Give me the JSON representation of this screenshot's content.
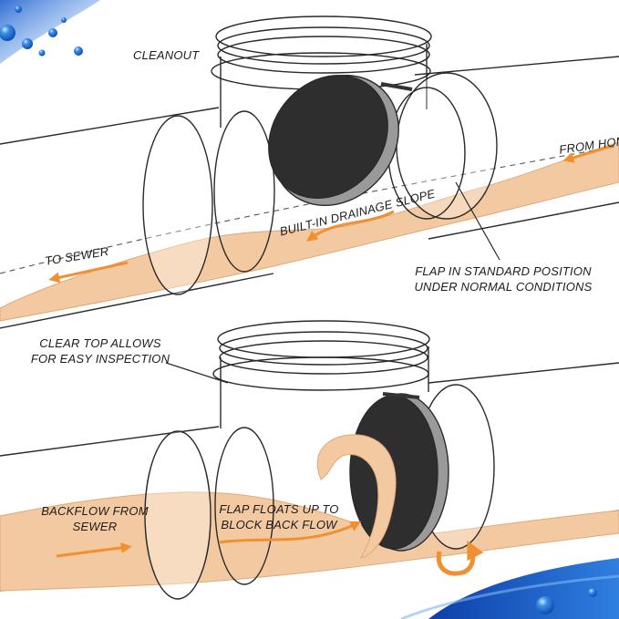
{
  "diagram": {
    "labels": {
      "cleanout": "CLEANOUT",
      "from_home": "FROM HOME",
      "built_in_slope": "BUILT-IN DRAINAGE SLOPE",
      "to_sewer": "TO SEWER",
      "flap_standard_1": "FLAP IN STANDARD POSITION",
      "flap_standard_2": "UNDER NORMAL CONDITIONS",
      "clear_top_1": "CLEAR TOP ALLOWS",
      "clear_top_2": "FOR EASY INSPECTION",
      "backflow_1": "BACKFLOW FROM",
      "backflow_2": "SEWER",
      "flap_floats_1": "FLAP FLOATS UP TO",
      "flap_floats_2": "BLOCK BACK FLOW"
    },
    "colors": {
      "water": "#f3c9a1",
      "water_edge": "#e2a877",
      "arrow": "#f09030",
      "flap": "#2e2e2e",
      "flap_rim": "#9a9a9a",
      "outline": "#2a2a2a",
      "bubble": "#1f6fd6"
    },
    "icons": [
      "water-bubble-icon",
      "flow-arrow-icon",
      "curl-arrow-icon"
    ]
  }
}
